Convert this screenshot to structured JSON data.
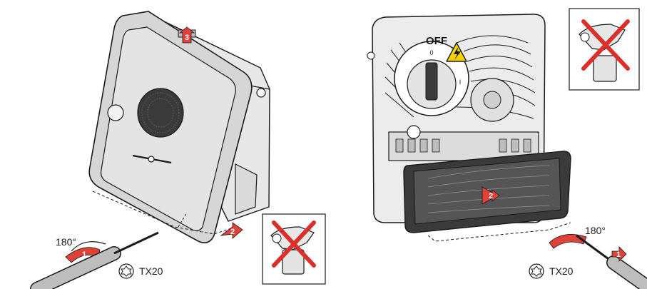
{
  "left_panel": {
    "rotation_label": "180°",
    "torx_label": "TX20",
    "steps": [
      "1",
      "2",
      "3"
    ]
  },
  "right_panel": {
    "switch_label": "OFF",
    "switch_off_mark": "0",
    "switch_on_mark": "I",
    "rotation_label": "180°",
    "torx_label": "TX20",
    "steps": [
      "1",
      "2"
    ]
  },
  "icons": {
    "hazard": "high-voltage-warning-icon",
    "no_power_tool": "no-power-drill-icon",
    "torx": "torx-bit-icon",
    "screwdriver": "screwdriver-icon"
  },
  "colors": {
    "line": "#1a1a1a",
    "grey_light": "#d9d9d9",
    "grey_mid": "#bdbdbd",
    "grey_dark": "#8c8c8c",
    "step_red": "#e0423a",
    "cross_red": "#d9302c",
    "hazard_yellow": "#f5d200"
  }
}
